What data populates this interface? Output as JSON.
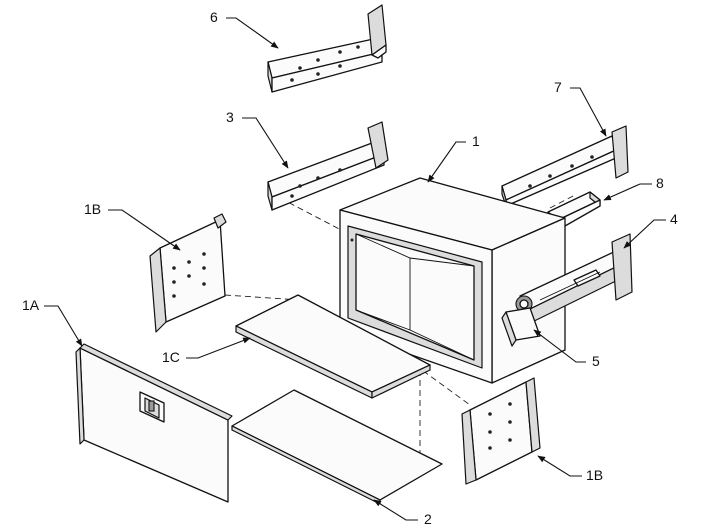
{
  "labels": {
    "l1": "1",
    "l1A": "1A",
    "l1B_left": "1B",
    "l1B_right": "1B",
    "l1C": "1C",
    "l2": "2",
    "l3": "3",
    "l4": "4",
    "l5": "5",
    "l6": "6",
    "l7": "7",
    "l8": "8"
  }
}
